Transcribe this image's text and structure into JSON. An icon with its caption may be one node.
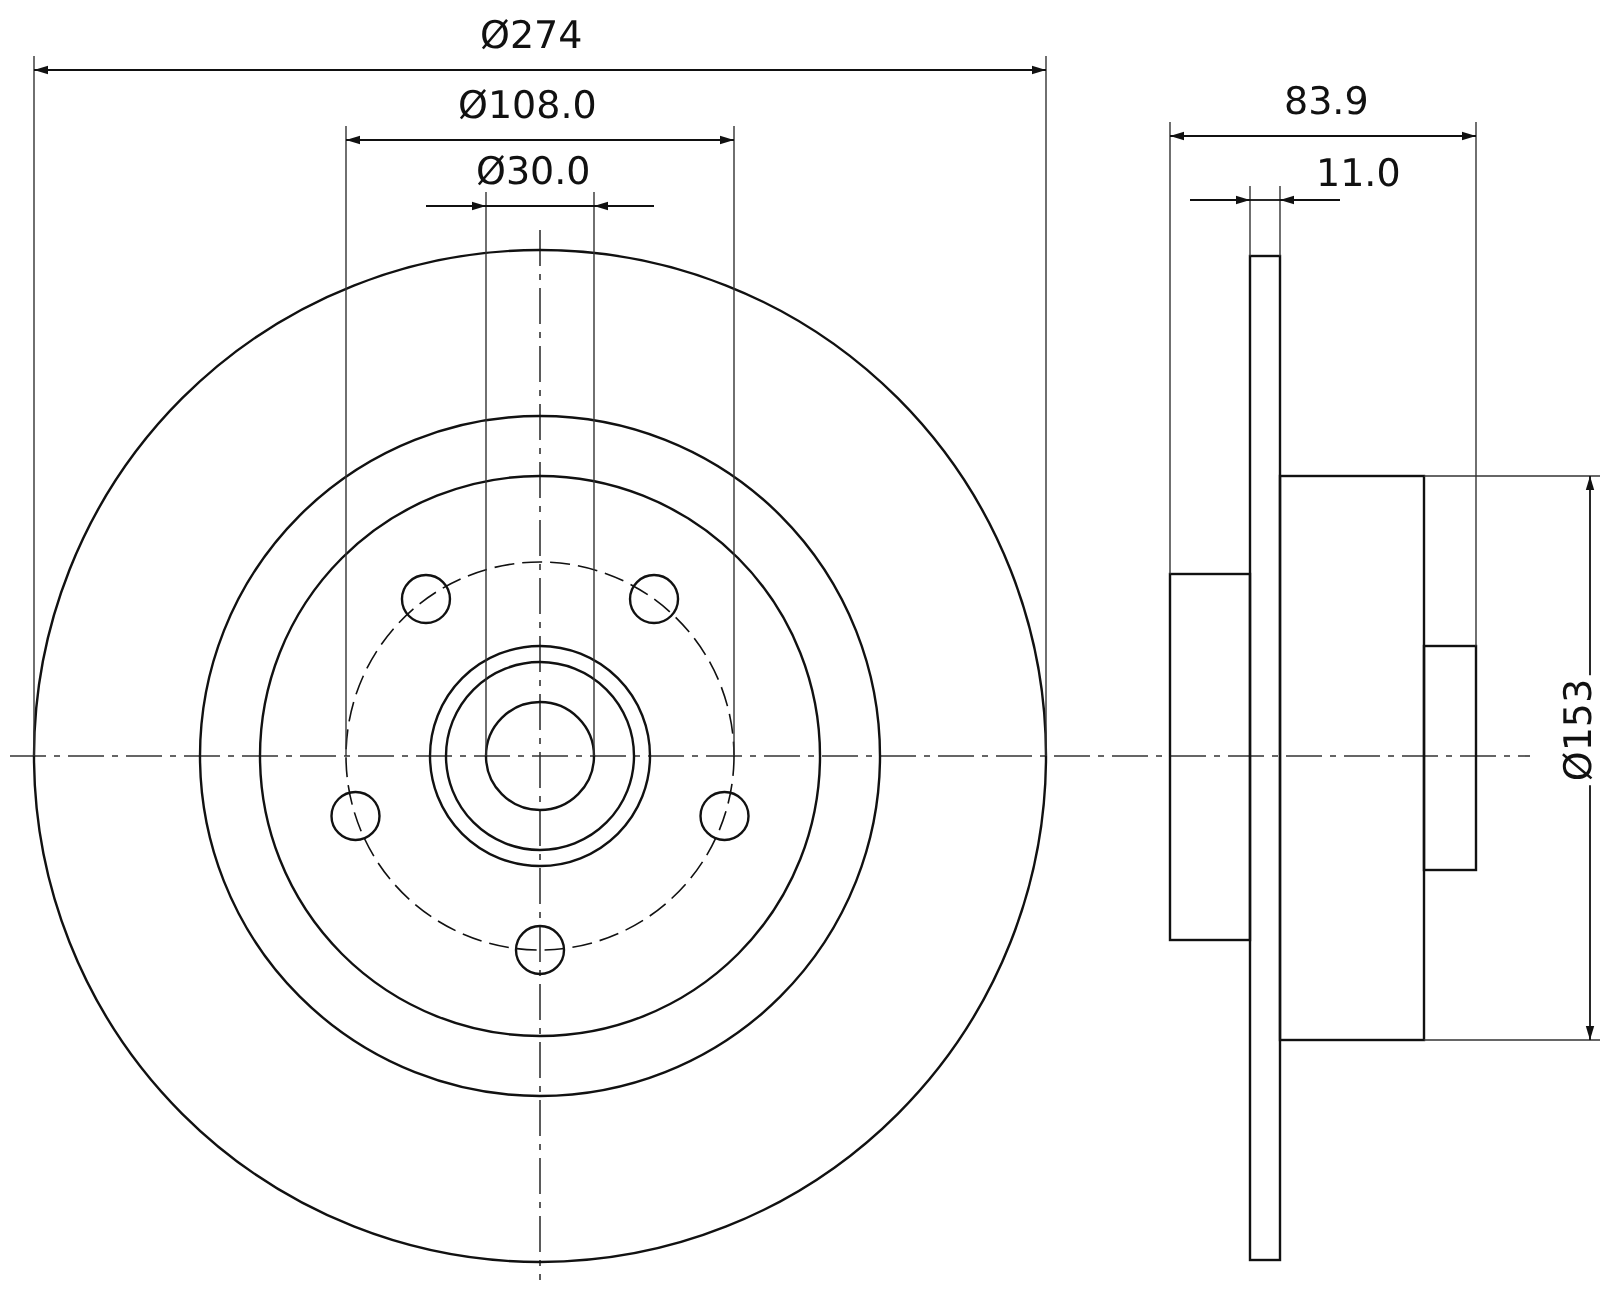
{
  "diagram": {
    "labels": [
      "Ø274",
      "Ø108.0",
      "Ø30.0",
      "83.9",
      "11.0",
      "Ø153"
    ]
  }
}
